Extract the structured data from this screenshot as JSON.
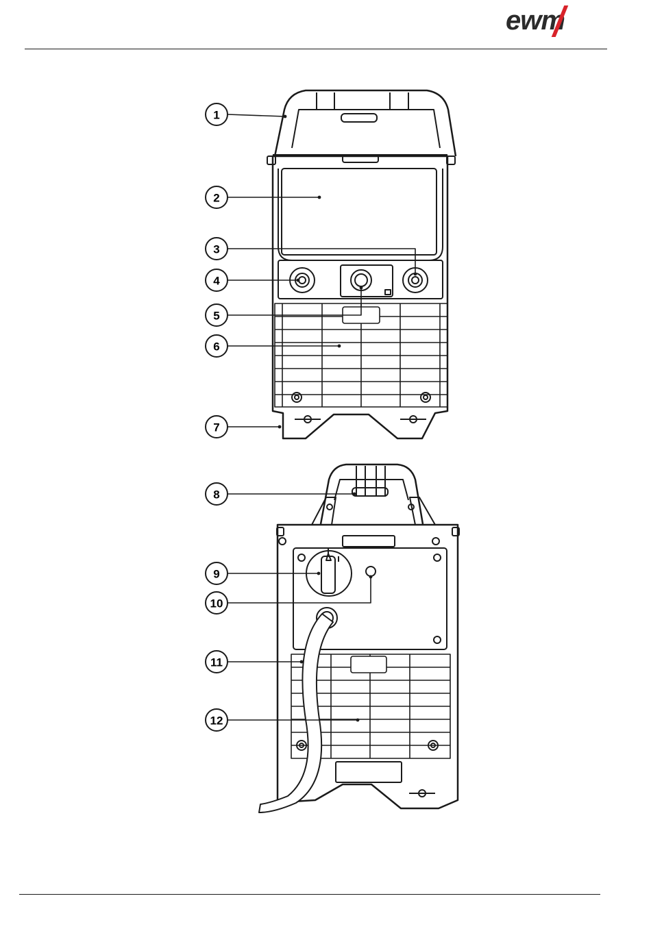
{
  "header": {
    "logo_text": "ewm",
    "brand_color": "#d8232a"
  },
  "figures": {
    "front_view": {
      "callouts": [
        {
          "label": "1"
        },
        {
          "label": "2"
        },
        {
          "label": "3"
        },
        {
          "label": "4"
        },
        {
          "label": "5"
        },
        {
          "label": "6"
        },
        {
          "label": "7"
        }
      ]
    },
    "rear_view": {
      "callouts": [
        {
          "label": "8"
        },
        {
          "label": "9"
        },
        {
          "label": "10"
        },
        {
          "label": "11"
        },
        {
          "label": "12"
        }
      ]
    }
  }
}
